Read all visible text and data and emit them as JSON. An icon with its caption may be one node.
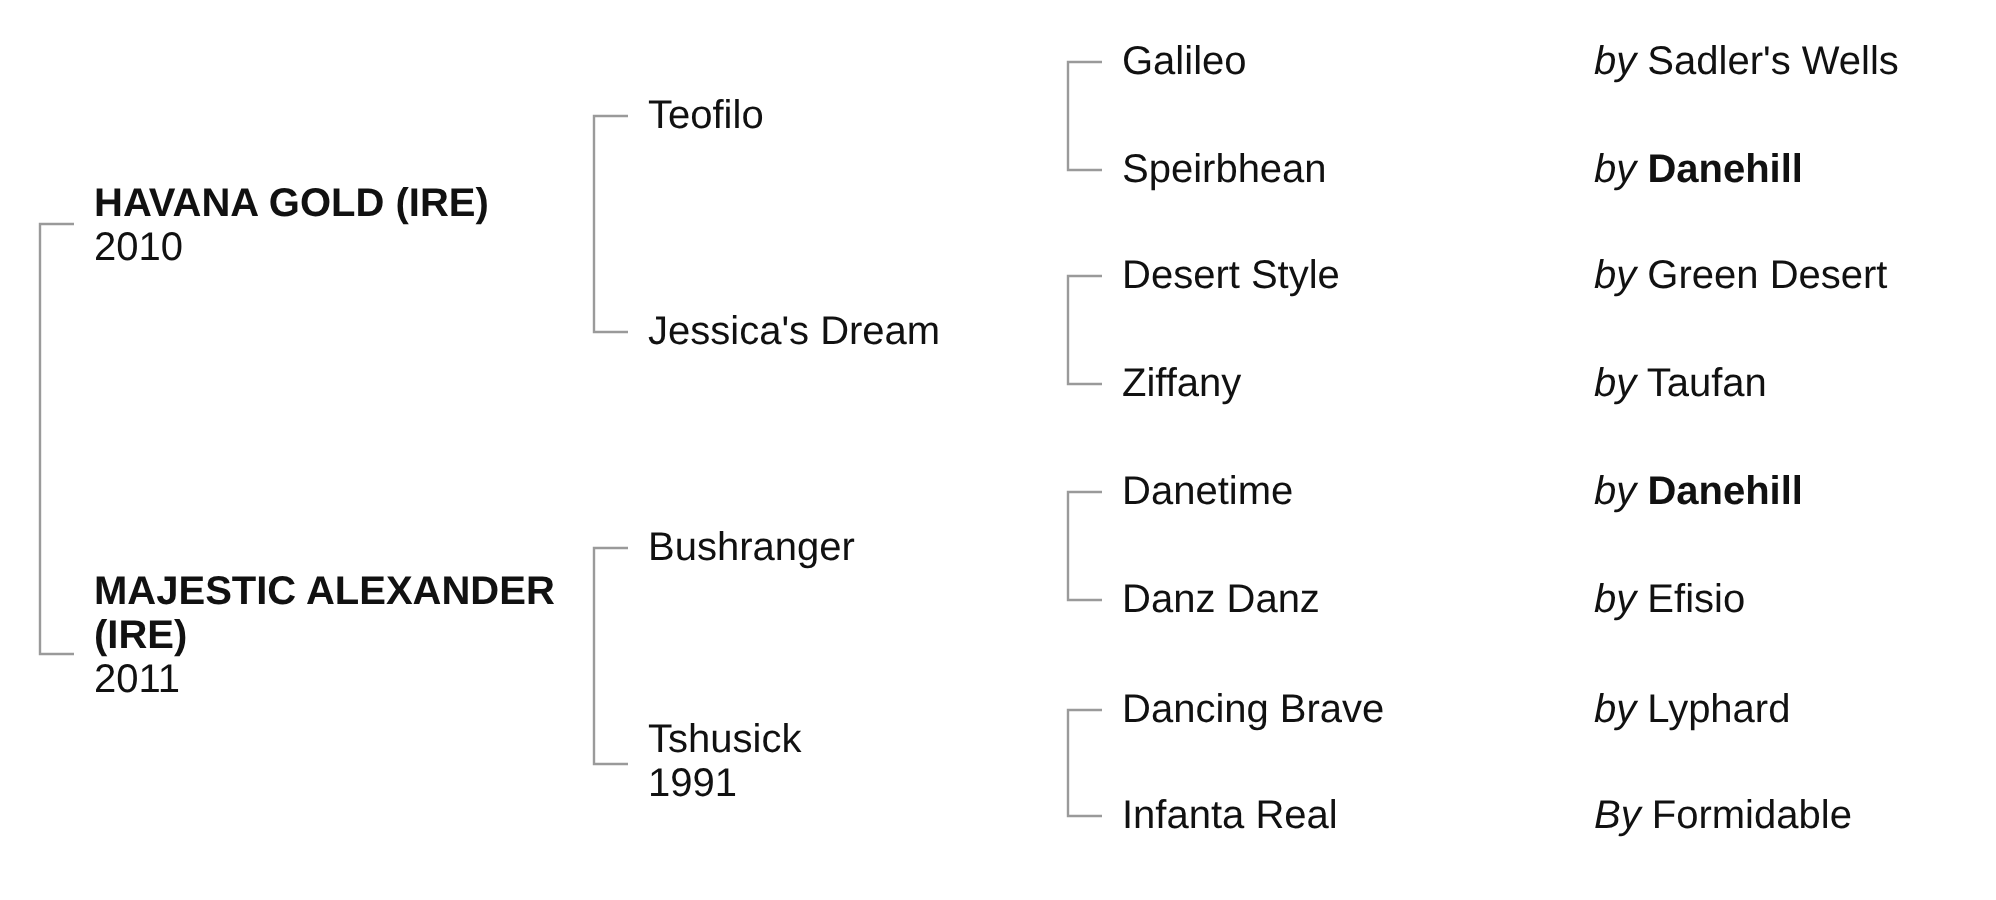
{
  "diagram": {
    "nodes": [
      {
        "text": [
          "HAVANA GOLD (IRE)",
          "2010"
        ]
      },
      {
        "text": [
          "Teofilo"
        ]
      },
      {
        "text": [
          "Galileo"
        ]
      },
      {
        "text": [
          "Speirbhean"
        ]
      },
      {
        "text": [
          "Jessica's Dream"
        ]
      },
      {
        "text": [
          "Desert Style"
        ]
      },
      {
        "text": [
          "Ziffany"
        ]
      },
      {
        "text": [
          "MAJESTIC ALEXANDER (IRE)",
          "2011"
        ]
      },
      {
        "text": [
          "Bushranger"
        ]
      },
      {
        "text": [
          "Danetime"
        ]
      },
      {
        "text": [
          "Danz Danz"
        ]
      },
      {
        "text": [
          "Tshusick",
          "1991"
        ]
      },
      {
        "text": [
          "Dancing Brave"
        ]
      },
      {
        "text": [
          "Infanta Real"
        ]
      }
    ],
    "edges": [
      {
        "from": 0,
        "to": 7,
        "arrow": "none"
      },
      {
        "from": 1,
        "to": 4,
        "arrow": "none"
      },
      {
        "from": 2,
        "to": 3,
        "arrow": "none"
      },
      {
        "from": 5,
        "to": 6,
        "arrow": "none"
      },
      {
        "from": 8,
        "to": 11,
        "arrow": "none"
      },
      {
        "from": 9,
        "to": 10,
        "arrow": "none"
      },
      {
        "from": 12,
        "to": 13,
        "arrow": "none"
      }
    ],
    "labels": [
      "*by* Sadler's Wells",
      "*by* **Danehill**",
      "*by* Green Desert",
      "*by* Taufan",
      "*by* **Danehill**",
      "*by* Efisio",
      "*by* Lyphard",
      "*By* Formidable"
    ]
  }
}
